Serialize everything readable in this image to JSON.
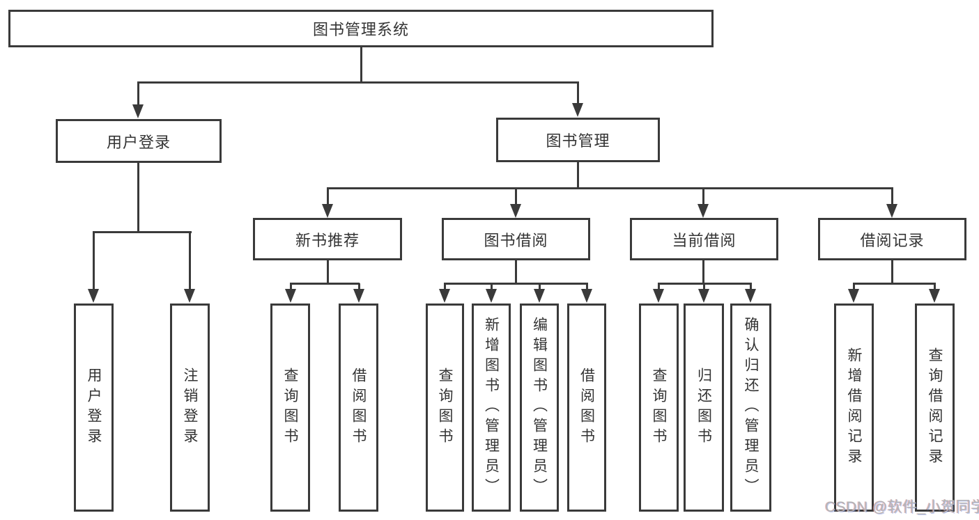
{
  "diagram": {
    "root": {
      "label": "图书管理系统"
    },
    "level2": [
      {
        "label": "用户登录"
      },
      {
        "label": "图书管理"
      }
    ],
    "level3": [
      {
        "label": "新书推荐"
      },
      {
        "label": "图书借阅"
      },
      {
        "label": "当前借阅"
      },
      {
        "label": "借阅记录"
      }
    ],
    "leaves": {
      "user_login": [
        "用户登录",
        "注销登录"
      ],
      "new_book": [
        "查询图书",
        "借阅图书"
      ],
      "book_borrow": [
        "查询图书",
        "新增图书（管理员）",
        "编辑图书（管理员）",
        "借阅图书"
      ],
      "current_borrow": [
        "查询图书",
        "归还图书",
        "确认归还（管理员）"
      ],
      "borrow_record": [
        "新增借阅记录",
        "查询借阅记录"
      ]
    },
    "colors": {
      "line": "#3a3a3a",
      "text": "#333333",
      "box_background": "#ffffff",
      "watermark": "#b5b5b5"
    }
  },
  "watermark": {
    "text": "CSDN @软件_小贺同学"
  }
}
